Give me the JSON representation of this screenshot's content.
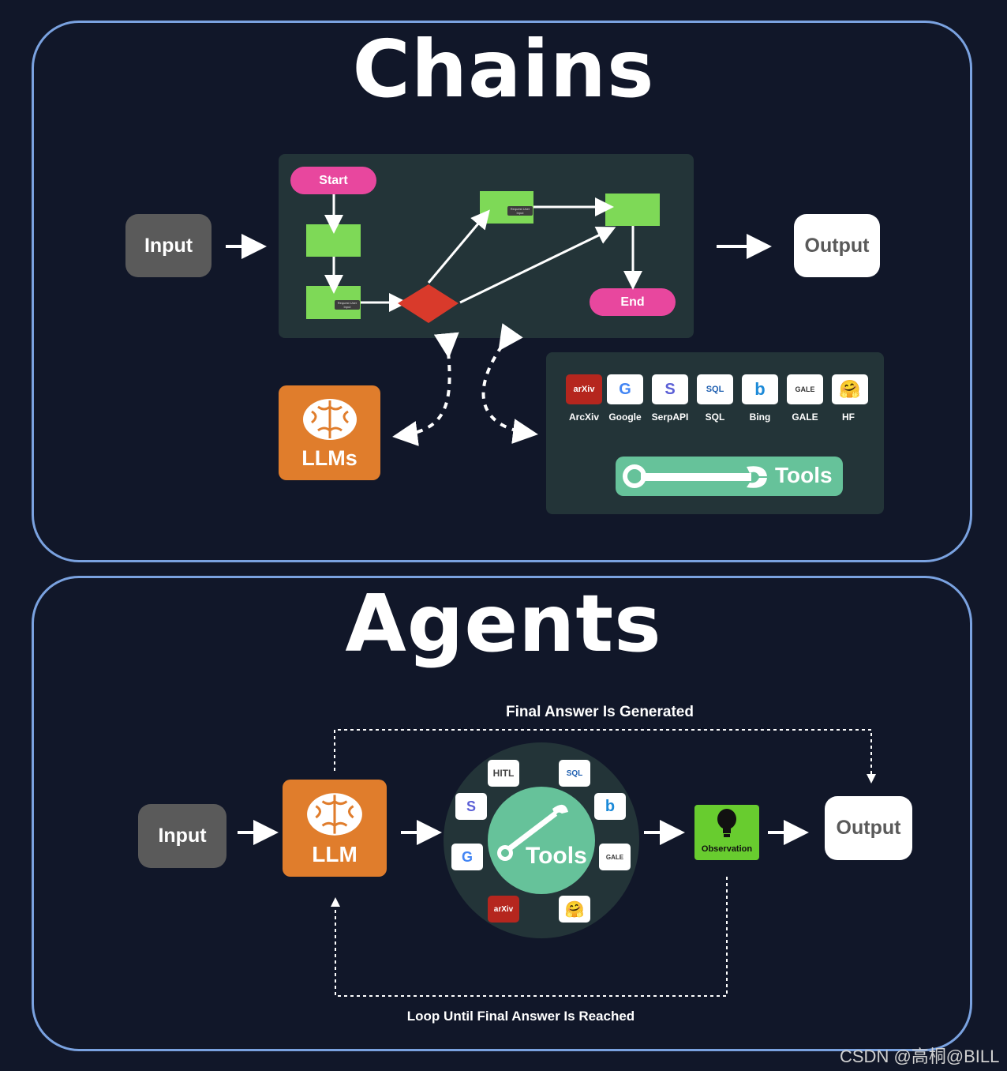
{
  "chains": {
    "title": "Chains",
    "input_label": "Input",
    "output_label": "Output",
    "flow": {
      "start_label": "Start",
      "end_label": "End",
      "request_tag": "Request User Input"
    },
    "llm_label": "LLMs",
    "tools": [
      {
        "name": "ArcXiv",
        "logo_text": "arXiv"
      },
      {
        "name": "Google",
        "logo_text": "G"
      },
      {
        "name": "SerpAPI",
        "logo_text": "S"
      },
      {
        "name": "SQL",
        "logo_text": "SQL"
      },
      {
        "name": "Bing",
        "logo_text": "b"
      },
      {
        "name": "GALE",
        "logo_text": "GALE"
      },
      {
        "name": "HF",
        "logo_text": "🤗"
      }
    ],
    "tools_label": "Tools"
  },
  "agents": {
    "title": "Agents",
    "input_label": "Input",
    "llm_label": "LLM",
    "tools_label": "Tools",
    "observation_label": "Observation",
    "output_label": "Output",
    "final_answer_caption": "Final Answer Is Generated",
    "loop_caption": "Loop Until Final Answer Is Reached",
    "wheel": {
      "hitl": "HITL",
      "sql": "SQL",
      "serpapi": "S",
      "bing": "b",
      "google": "G",
      "gale": "GALE",
      "arxiv": "arXiv",
      "hf": "🤗"
    }
  },
  "watermark": "CSDN @高桐@BILL",
  "colors": {
    "background": "#111729",
    "panel_border": "#7aa2e0",
    "flow_green": "#7ed957",
    "flow_pink": "#e8479e",
    "decision_red": "#d93a2b",
    "llm_orange": "#e07d2c",
    "tools_teal": "#66c29a",
    "observation_green": "#68cc2f"
  }
}
